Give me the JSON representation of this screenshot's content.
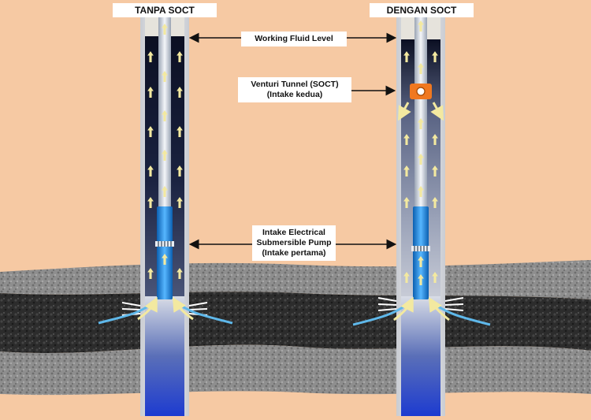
{
  "titles": {
    "left": "TANPA SOCT",
    "right": "DENGAN SOCT"
  },
  "callouts": {
    "working_fluid_level": "Working Fluid Level",
    "venturi_line1": "Venturi Tunnel (SOCT)",
    "venturi_line2": "(Intake kedua)",
    "esp_line1": "Intake Electrical",
    "esp_line2": "Submersible Pump",
    "esp_line3": "(Intake pertama)"
  },
  "colors": {
    "background": "#f6c9a3",
    "formation_gray": "#8a8a8a",
    "formation_dark": "#2b2b2b",
    "casing": "#d9dce0",
    "annulus_fluid": "#0d1226",
    "pump_blue": "#1f8fe0",
    "arrow_yellow": "#f3e9a0",
    "soct_orange": "#f07820",
    "flow_blue": "#5fb8ea"
  }
}
